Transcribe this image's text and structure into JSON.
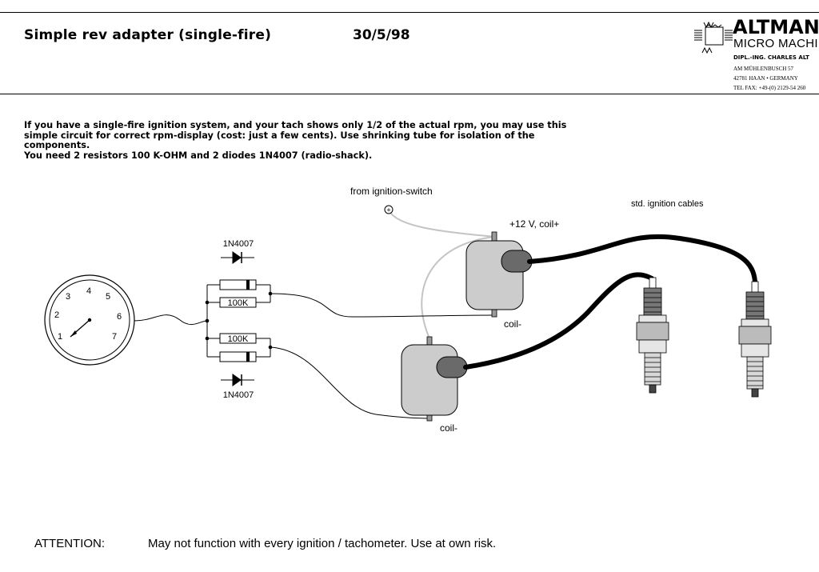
{
  "header": {
    "title": "Simple rev adapter (single-fire)",
    "date": "30/5/98"
  },
  "logo": {
    "name": "ALTMAN",
    "subtitle": "MICRO MACHI",
    "line1": "DIPL.-ING. CHARLES ALT",
    "line2": "AM MÜHLENBUSCH 57",
    "line3": "42781 HAAN • GERMANY",
    "line4": "TEL FAX: +49-(0) 2129-54 260"
  },
  "intro": {
    "paragraph": "If you have a single-fire ignition system, and your tach shows only 1/2 of the actual rpm, you may use this simple circuit for correct rpm-display (cost: just a few cents). Use shrinking tube for isolation of the components.",
    "parts": "You need 2 resistors 100 K-OHM and 2 diodes 1N4007 (radio-shack)."
  },
  "diagram": {
    "from_switch": "from ignition-switch",
    "plus_symbol": "+",
    "coil_supply": "+12 V, coil+",
    "cables": "std. ignition cables",
    "diode_top": "1N4007",
    "diode_bottom": "1N4007",
    "resistor_top": "100K",
    "resistor_bottom": "100K",
    "coil_top_terminal": "coil-",
    "coil_bottom_terminal": "coil-",
    "tach_numbers": [
      "1",
      "2",
      "3",
      "4",
      "5",
      "6",
      "7"
    ]
  },
  "footer": {
    "attention_label": "ATTENTION:",
    "attention_text": "May not function with every ignition / tachometer. Use at own risk."
  }
}
